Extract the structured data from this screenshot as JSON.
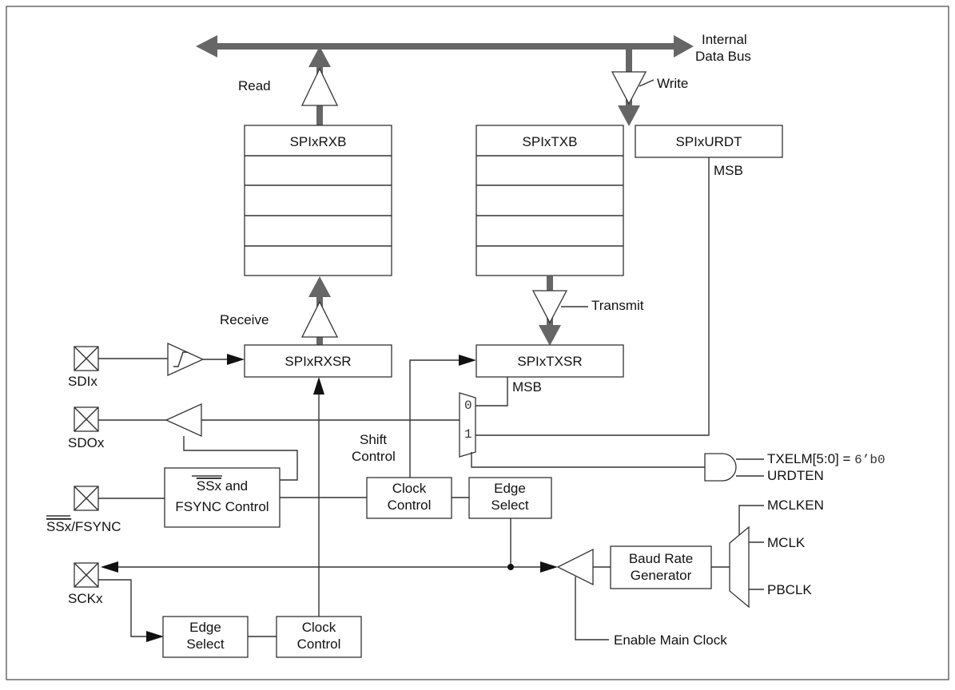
{
  "bus": {
    "label_line1": "Internal",
    "label_line2": "Data Bus"
  },
  "labels": {
    "read": "Read",
    "write": "Write",
    "receive": "Receive",
    "transmit": "Transmit",
    "msb_urdt": "MSB",
    "msb_txsr": "MSB",
    "shift_line1": "Shift",
    "shift_line2": "Control",
    "mux_0": "0",
    "mux_1": "1",
    "txelm": "TXELM[5:0] = ",
    "txelm_value": "6’b0",
    "urdten": "URDTEN",
    "mclken": "MCLKEN",
    "mclk": "MCLK",
    "pbclk": "PBCLK",
    "enable_main_clock": "Enable Main Clock"
  },
  "registers": {
    "rxb": "SPIxRXB",
    "txb": "SPIxTXB",
    "urdt": "SPIxURDT",
    "rxsr": "SPIxRXSR",
    "txsr": "SPIxTXSR"
  },
  "pins": {
    "sdi": "SDIx",
    "sdo": "SDOx",
    "ss_bar": "SSx",
    "ss_rest": "/FSYNC",
    "sck": "SCKx"
  },
  "blocks": {
    "ss_control_bar": "SSx",
    "ss_control_line1_rest": " and",
    "ss_control_line2": "FSYNC Control",
    "clock_control_top_line1": "Clock",
    "clock_control_top_line2": "Control",
    "edge_select_top_line1": "Edge",
    "edge_select_top_line2": "Select",
    "baud_line1": "Baud Rate",
    "baud_line2": "Generator",
    "edge_select_bottom_line1": "Edge",
    "edge_select_bottom_line2": "Select",
    "clock_control_bottom_line1": "Clock",
    "clock_control_bottom_line2": "Control"
  }
}
